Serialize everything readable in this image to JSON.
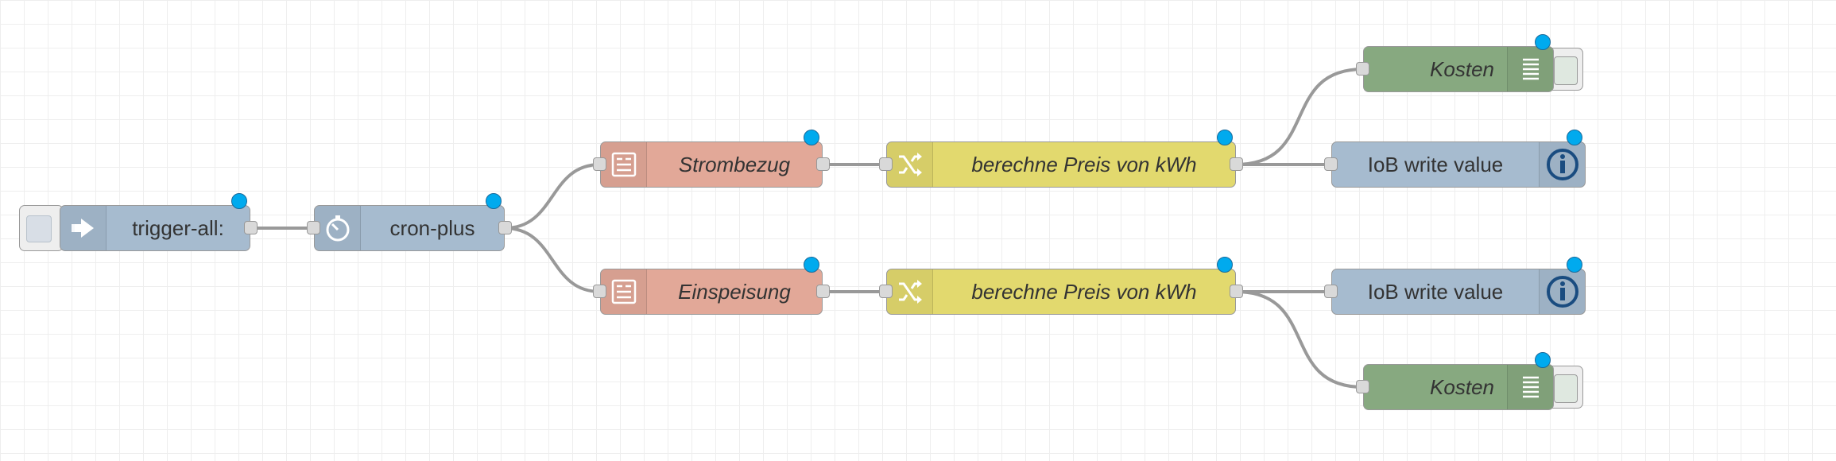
{
  "colors": {
    "inject": "#a6bbcf",
    "cron": "#a6bbcf",
    "template": "#e2a898",
    "change": "#e2d96e",
    "debug": "#87a980",
    "iobroker": "#a6bbcf",
    "status_dot": "#00aaee",
    "wire": "#999999"
  },
  "nodes": {
    "trigger": {
      "label": "trigger-all:",
      "icon": "arrow-in-icon"
    },
    "cron": {
      "label": "cron-plus",
      "icon": "timer-icon"
    },
    "strombezug": {
      "label": "Strombezug",
      "icon": "template-icon"
    },
    "einspeisung": {
      "label": "Einspeisung",
      "icon": "template-icon"
    },
    "change_top": {
      "label": "berechne Preis von kWh",
      "icon": "shuffle-icon"
    },
    "change_bottom": {
      "label": "berechne Preis von kWh",
      "icon": "shuffle-icon"
    },
    "kosten_top": {
      "label": "Kosten",
      "icon": "list-icon"
    },
    "kosten_bottom": {
      "label": "Kosten",
      "icon": "list-icon"
    },
    "iob_top": {
      "label": "IoB write value",
      "icon": "iobroker-icon"
    },
    "iob_bottom": {
      "label": "IoB write value",
      "icon": "iobroker-icon"
    }
  }
}
